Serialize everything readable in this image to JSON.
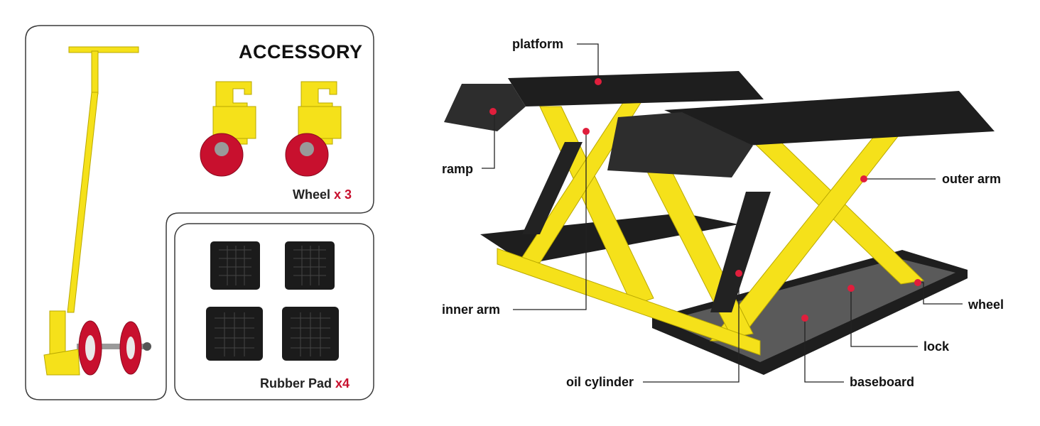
{
  "accessory": {
    "title": "ACCESSORY",
    "wheel": {
      "label": "Wheel",
      "qty": "x 3"
    },
    "rubber_pad": {
      "label": "Rubber Pad",
      "qty": "x4"
    }
  },
  "callouts": {
    "platform": "platform",
    "ramp": "ramp",
    "outer_arm": "outer arm",
    "inner_arm": "inner arm",
    "wheel": "wheel",
    "lock": "lock",
    "oil_cylinder": "oil cylinder",
    "baseboard": "baseboard"
  },
  "colors": {
    "lift_yellow": "#f5e11a",
    "platform_black": "#1e1e1e",
    "wheel_red": "#c8102e",
    "marker_red": "#e01e3c",
    "accent_red": "#c8102e"
  }
}
